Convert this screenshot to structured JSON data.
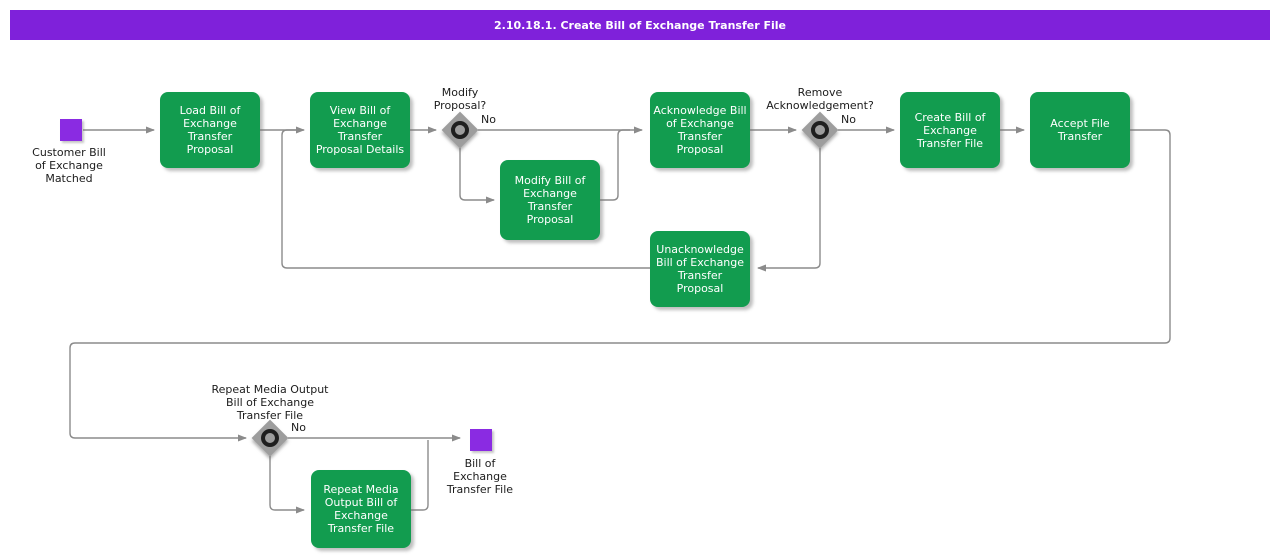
{
  "header": {
    "title": "2.10.18.1. Create Bill of Exchange Transfer File"
  },
  "colors": {
    "header_bg": "#7f21da",
    "event_purple": "#8a2be2",
    "activity_green": "#129c4f",
    "line_grey": "#8b8b8b",
    "diamond_grey": "#9d9d9d",
    "text_dark": "#1c1c1c"
  },
  "events": {
    "start": {
      "label": "Customer Bill\nof Exchange\nMatched"
    },
    "end": {
      "label": "Bill of\nExchange\nTransfer File"
    }
  },
  "activities": {
    "load": {
      "label": "Load Bill of\nExchange\nTransfer\nProposal"
    },
    "view": {
      "label": "View Bill of\nExchange\nTransfer\nProposal Details"
    },
    "modify": {
      "label": "Modify Bill of\nExchange\nTransfer\nProposal"
    },
    "acknowledge": {
      "label": "Acknowledge Bill\nof Exchange\nTransfer\nProposal"
    },
    "unacknowledge": {
      "label": "Unacknowledge\nBill of Exchange\nTransfer\nProposal"
    },
    "create": {
      "label": "Create Bill of\nExchange\nTransfer File"
    },
    "accept": {
      "label": "Accept File\nTransfer"
    },
    "repeat": {
      "label": "Repeat Media\nOutput Bill of\nExchange\nTransfer File"
    }
  },
  "decisions": {
    "modify_proposal": {
      "question": "Modify\nProposal?",
      "no_label": "No"
    },
    "remove_acknowledgement": {
      "question": "Remove\nAcknowledgement?",
      "no_label": "No"
    },
    "repeat_media_output": {
      "question": "Repeat Media Output\nBill of Exchange\nTransfer File",
      "no_label": "No"
    }
  }
}
